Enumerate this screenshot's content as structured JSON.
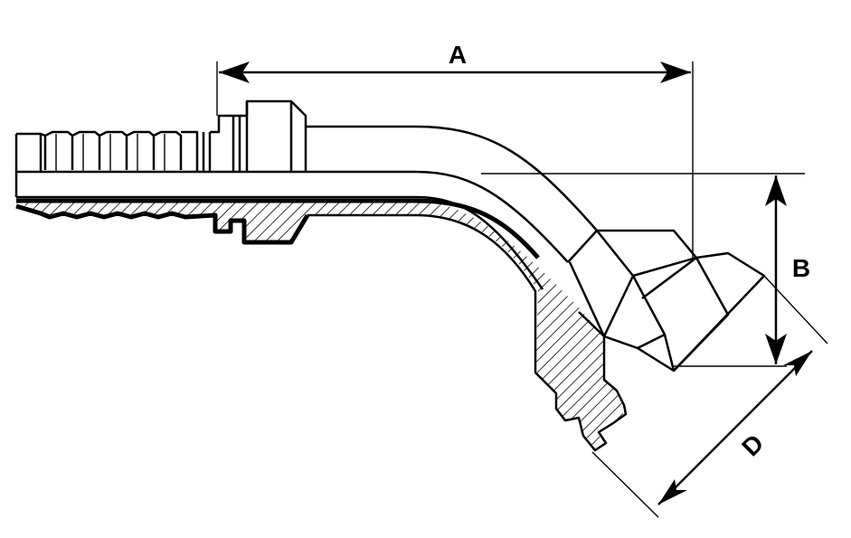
{
  "diagram": {
    "dimensions": {
      "a": "A",
      "b": "B",
      "d": "D"
    },
    "colors": {
      "line": "#000000",
      "background": "#ffffff"
    }
  }
}
